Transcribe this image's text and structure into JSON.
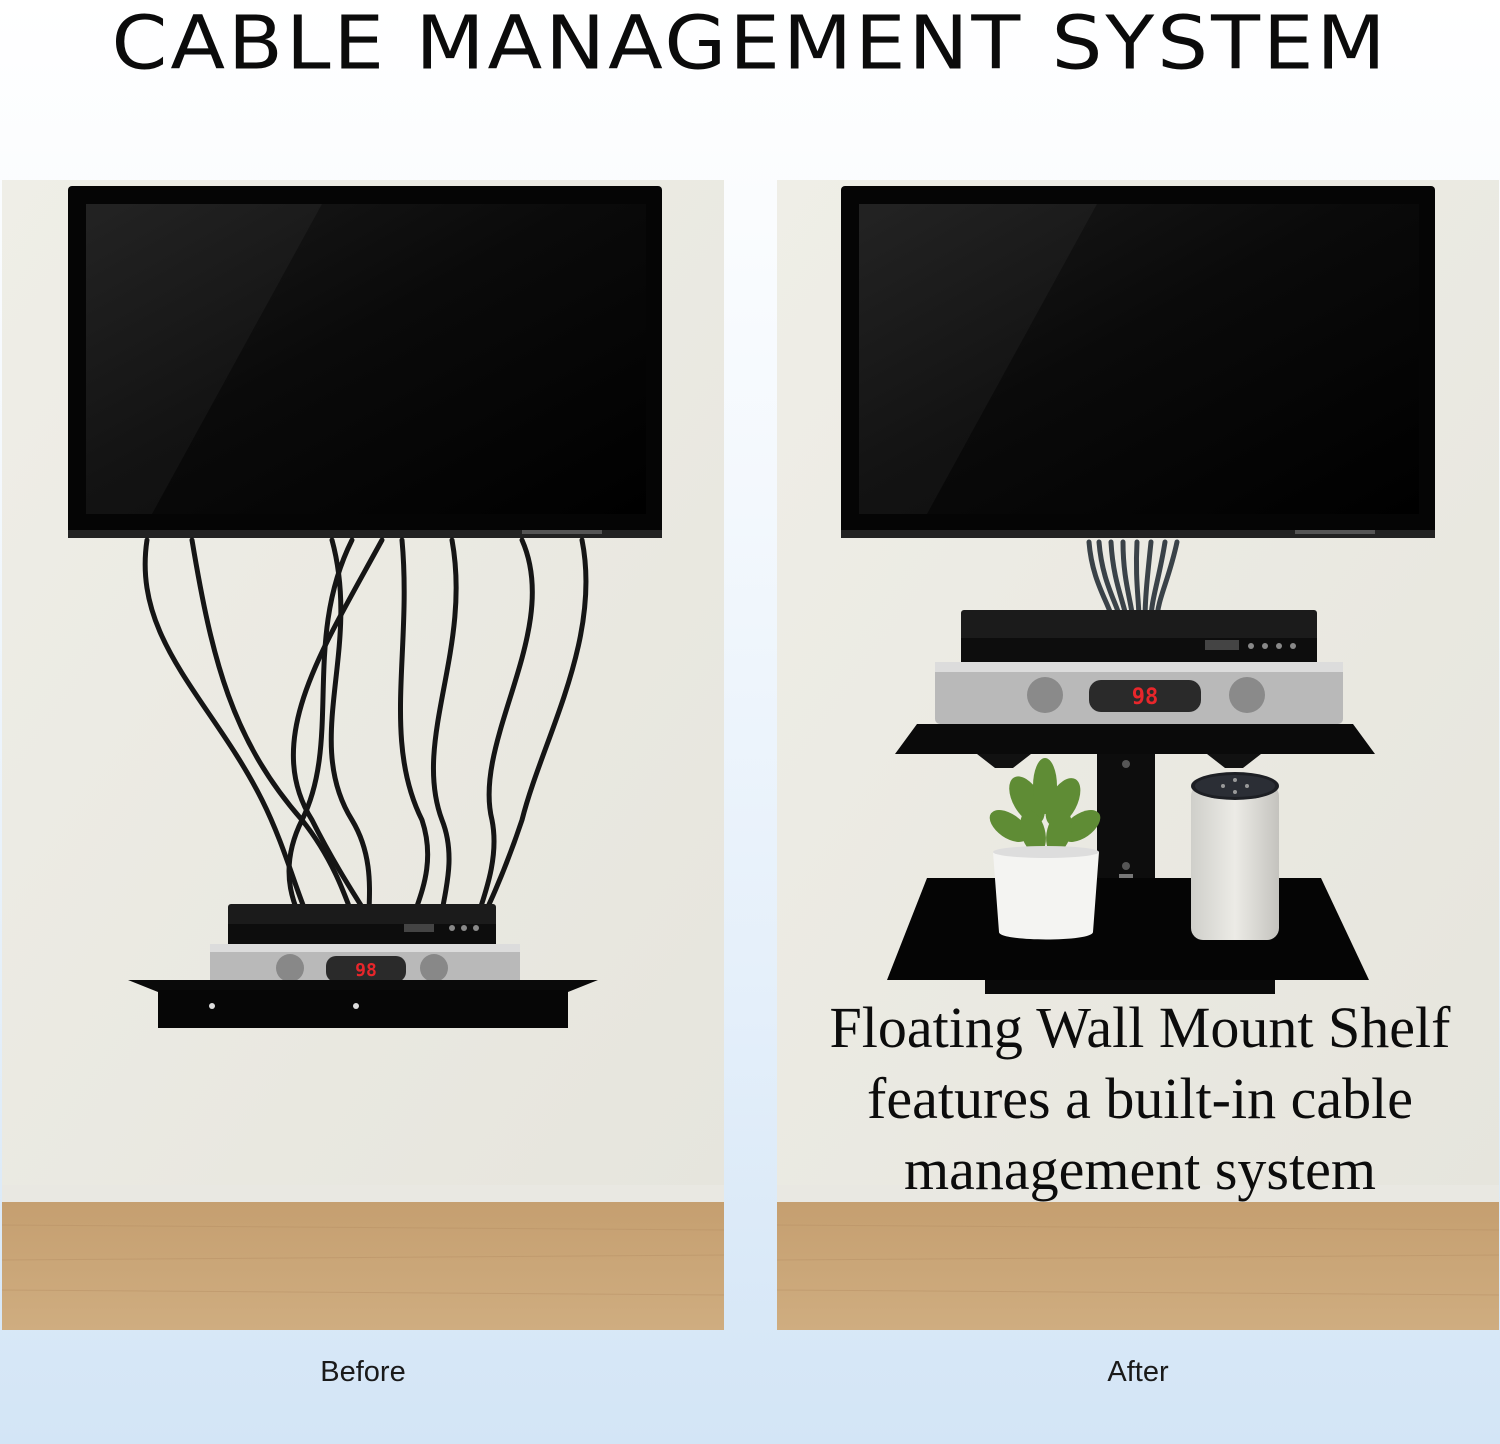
{
  "headline": "CABLE MANAGEMENT SYSTEM",
  "panels": {
    "before": {
      "caption": "Before",
      "display_digits": "98"
    },
    "after": {
      "caption": "After",
      "display_digits": "98",
      "feature_lines": [
        "Floating Wall Mount Shelf",
        "features a built-in cable",
        "management system"
      ]
    }
  },
  "colors": {
    "wall": "#ecebe4",
    "floor": "#c8a476",
    "tv": "#050505",
    "shelf": "#0a0a0a",
    "led": "#e8262b",
    "plant": "#5f8c35",
    "background": "#e4effa"
  },
  "icons": [
    "tv-icon",
    "blu-ray-player-icon",
    "cable-box-icon",
    "plant-icon",
    "smart-speaker-icon"
  ]
}
